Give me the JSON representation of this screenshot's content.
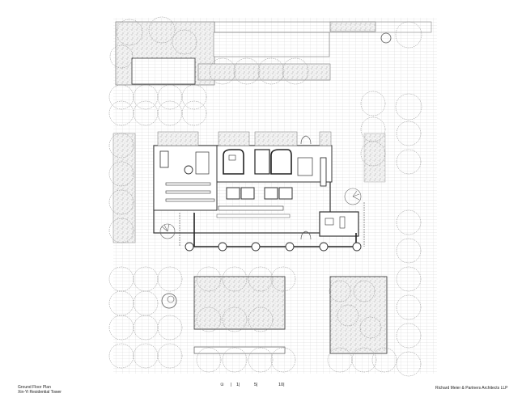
{
  "drawing": {
    "title": "Ground Floor Plan",
    "project": "Xin-Yi Residential Tower",
    "firm": "Richard Meier & Partners Architects LLP"
  },
  "scale_bar": {
    "north_symbol": "①",
    "ticks": [
      "|",
      "1|",
      "5|",
      "10|"
    ]
  },
  "colors": {
    "line": "#555555",
    "grid": "#bbbbbb",
    "wall": "#333333",
    "hatch": "#999999",
    "background": "#ffffff"
  }
}
